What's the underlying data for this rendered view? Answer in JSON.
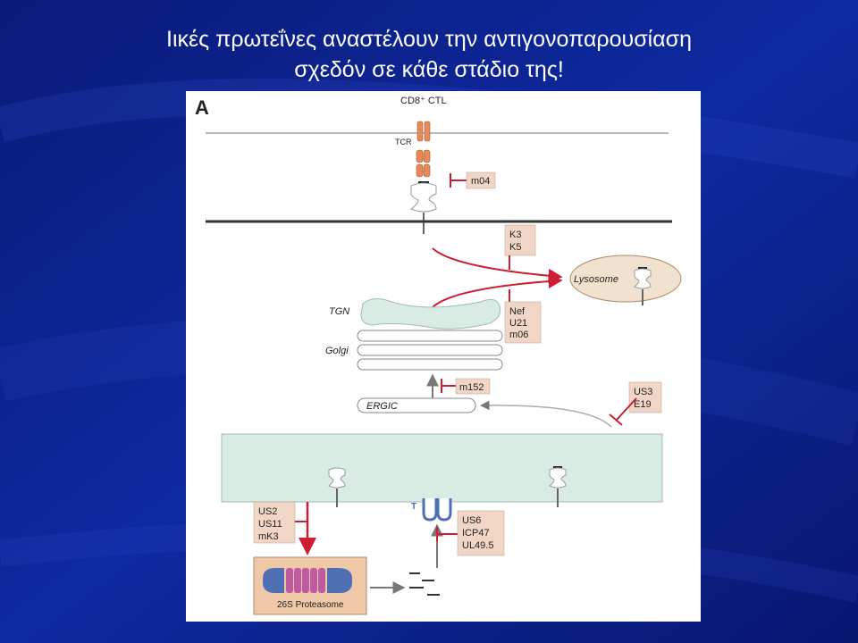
{
  "slide": {
    "title_line1": "Ιικές πρωτεΐνες αναστέλουν την αντιγονοπαρουσίαση",
    "title_line2": "σχεδόν σε κάθε στάδιο της!"
  },
  "figure": {
    "panel_letter": "A",
    "cell_label": "CD8⁺ CTL",
    "tcr_label": "TCR",
    "lysosome_label": "Lysosome",
    "tgn_label": "TGN",
    "golgi_label": "Golgi",
    "ergic_label": "ERGIC",
    "proteasome_label": "26S Proteasome",
    "tap_label": "T",
    "inhibitors": {
      "m04": [
        "m04"
      ],
      "k3_k5": [
        "K3",
        "K5"
      ],
      "nef_u21_m06": [
        "Nef",
        "U21",
        "m06"
      ],
      "m152": [
        "m152"
      ],
      "us3_e19": [
        "US3",
        "E19"
      ],
      "us2_us11_mk3": [
        "US2",
        "US11",
        "mK3"
      ],
      "us6_icp47_ul495": [
        "US6",
        "ICP47",
        "UL49.5"
      ]
    }
  },
  "colors": {
    "slide_bg": "#0b1f8c",
    "inhibitor_box": "#f1d6c6",
    "inhibitor_line": "#cc1f33",
    "organelle_fill": "#d8ece4",
    "lysosome_fill": "#f1e2cf",
    "proteasome_box": "#efc8a8",
    "proteasome_blue": "#4e6fb4",
    "proteasome_pink": "#c05aa0",
    "tcr_orange": "#e8895a"
  }
}
